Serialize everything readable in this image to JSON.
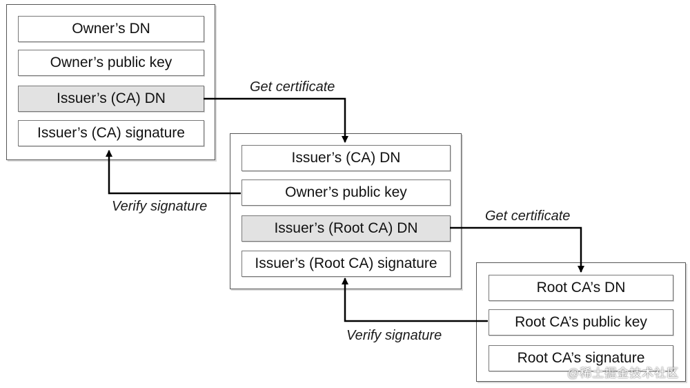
{
  "certificates": {
    "owner": {
      "dn": "Owner’s DN",
      "public_key": "Owner’s public key",
      "issuer_dn": "Issuer’s (CA) DN",
      "issuer_signature": "Issuer’s (CA) signature"
    },
    "ca": {
      "issuer_dn": "Issuer’s (CA) DN",
      "public_key": "Owner’s public key",
      "root_issuer_dn": "Issuer’s (Root CA) DN",
      "root_issuer_signature": "Issuer’s (Root CA) signature"
    },
    "root": {
      "dn": "Root CA’s DN",
      "public_key": "Root CA’s public key",
      "signature": "Root CA’s signature"
    }
  },
  "arrows": {
    "get_certificate_1": "Get certificate",
    "get_certificate_2": "Get certificate",
    "verify_signature_1": "Verify signature",
    "verify_signature_2": "Verify signature"
  },
  "watermark": "@稀土掘金技术社区",
  "colors": {
    "shaded_field": "#e2e2e2",
    "border": "#555555",
    "arrow": "#000000"
  }
}
